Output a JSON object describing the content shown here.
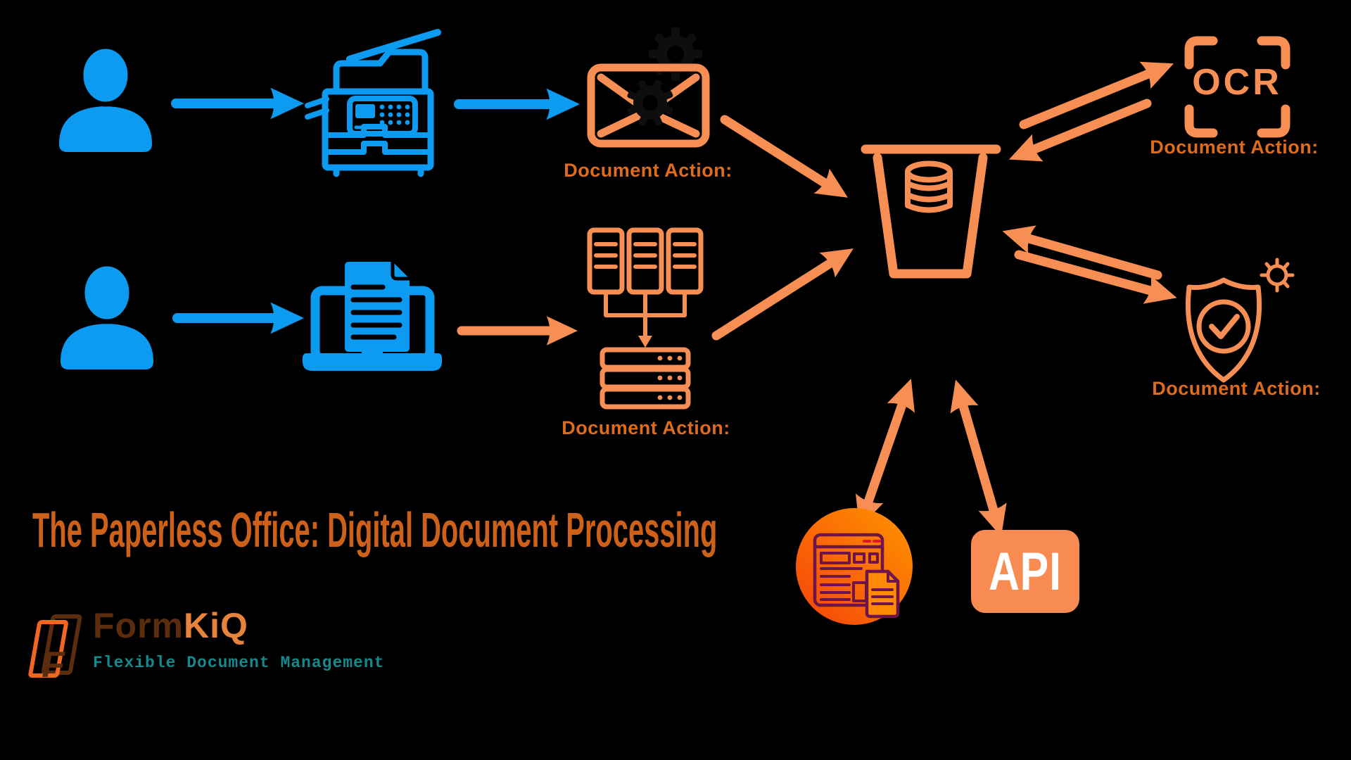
{
  "background": "#000000",
  "colors": {
    "background": "#000000",
    "blue": "#0D9BF2",
    "orange": "#F78E54",
    "label_text": "#DE6C1E",
    "title_text": "#CE6119",
    "gear_dark": "#0E0E0E",
    "brand_brown": "#5B2D0E",
    "brand_orange": "#E8833C",
    "brand_teal": "#15898C",
    "badge_fill": "#F78B51",
    "badge_text": "#FFFFFF",
    "circle_gradient_start": "#F4420A",
    "circle_gradient_end": "#FF9500",
    "page_icon_stroke": "#6E1448",
    "page_icon_accent": "#E0142F"
  },
  "title": {
    "text": "The Paperless Office: Digital Document Processing"
  },
  "flows": {
    "email_scan": {
      "label": "Document Action:"
    },
    "batch_upload": {
      "label": "Document Action:"
    },
    "ocr": {
      "label": "Document Action:",
      "icon_text": "OCR"
    },
    "antivirus": {
      "label": "Document Action:"
    },
    "api": {
      "badge_text": "API"
    }
  },
  "brand": {
    "name_primary": "Form",
    "name_secondary": "KiQ",
    "monogram": "F",
    "tagline": "Flexible Document Management"
  },
  "icons": {
    "source_user_scan": "person-icon",
    "scanner": "copier-scanner-icon",
    "email": "envelope-gears-icon",
    "storage": "bucket-database-icon",
    "ocr": "ocr-scan-frame-icon",
    "antivirus": "shield-check-virus-icon",
    "source_user_upload": "person-icon",
    "upload": "laptop-document-icon",
    "batch": "documents-server-icon",
    "webhook": "webpage-document-circle-icon",
    "api": "api-badge"
  }
}
